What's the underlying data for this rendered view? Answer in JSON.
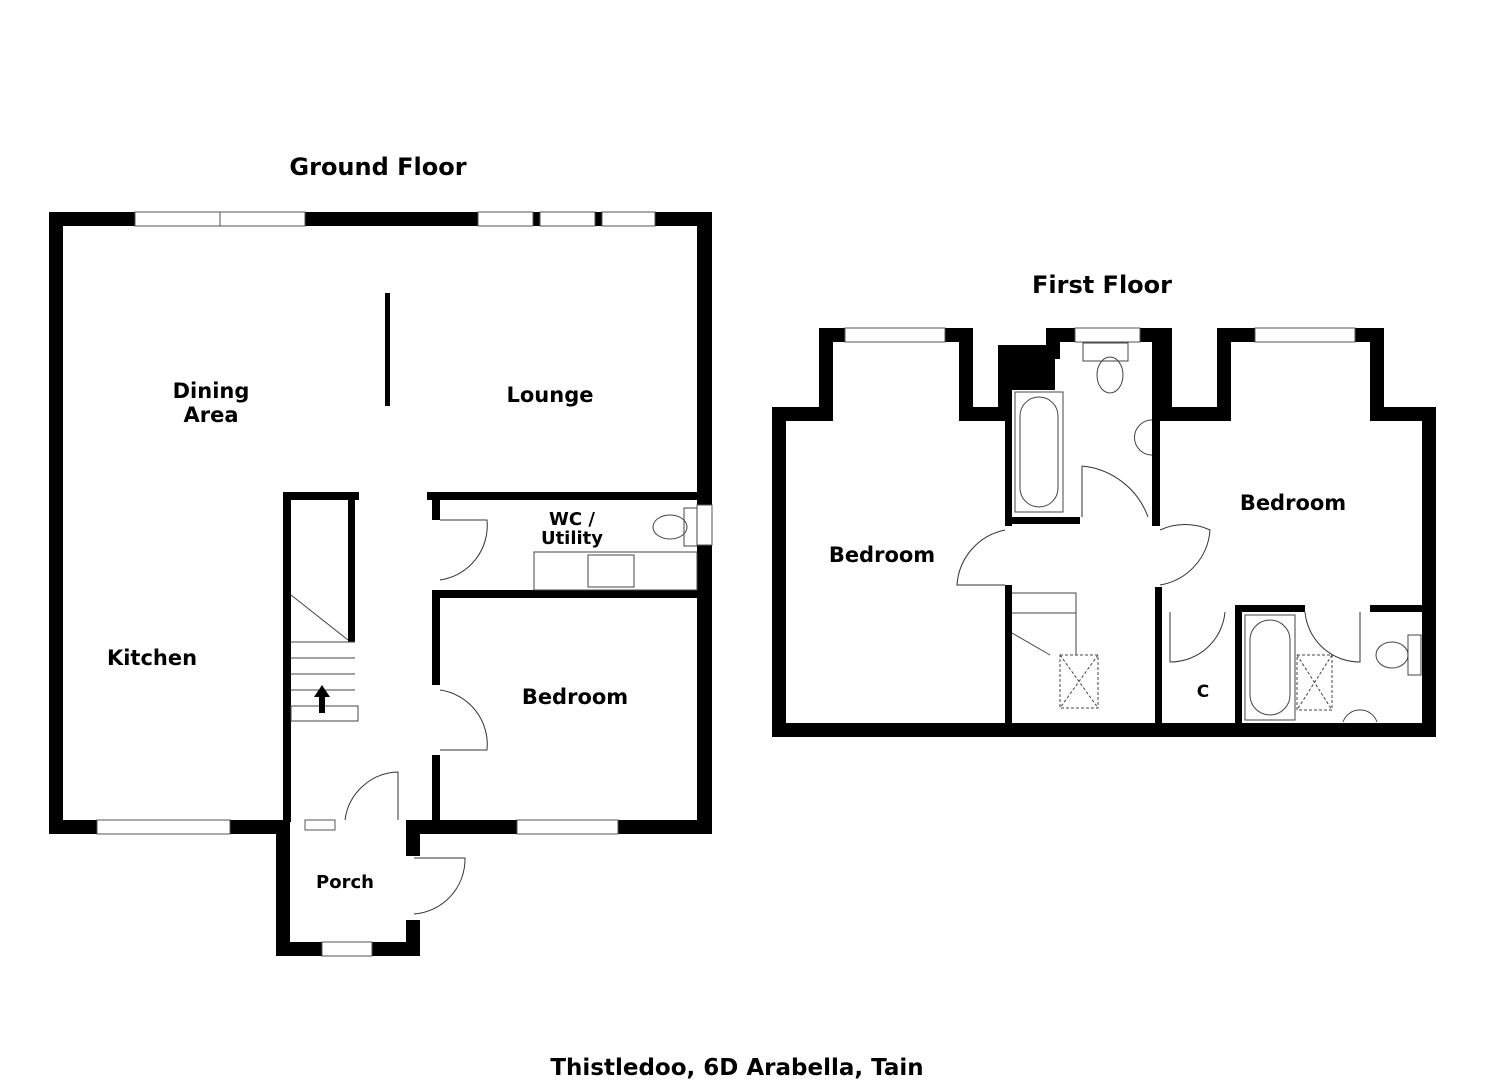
{
  "ground_floor": {
    "title": "Ground Floor",
    "rooms": {
      "dining_line1": "Dining",
      "dining_line2": "Area",
      "lounge": "Lounge",
      "wc_line1": "WC /",
      "wc_line2": "Utility",
      "kitchen": "Kitchen",
      "bedroom": "Bedroom",
      "porch": "Porch"
    }
  },
  "first_floor": {
    "title": "First Floor",
    "rooms": {
      "bedroom_left": "Bedroom",
      "bedroom_right": "Bedroom",
      "cupboard": "C"
    }
  },
  "footer": {
    "address": "Thistledoo, 6D Arabella, Tain"
  }
}
